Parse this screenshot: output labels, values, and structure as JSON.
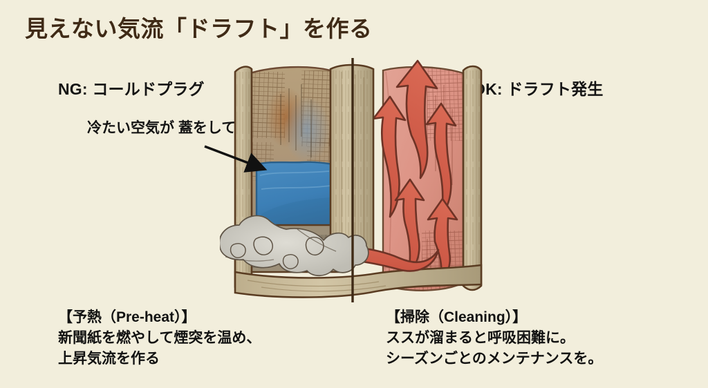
{
  "slide": {
    "background_color": "#f2eedc",
    "title": "見えない気流「ドラフト」を作る",
    "title_color": "#3f2a16"
  },
  "labels": {
    "ng": "NG: コールドプラグ",
    "ok": "OK: ドラフト発生",
    "callout_line1": "冷たい空気が",
    "callout_line2": "蓋をしている"
  },
  "captions": {
    "left": {
      "heading": "【予熱（Pre-heat）】",
      "line1": "新聞紙を燃やして煙突を温め、",
      "line2": "上昇気流を作る"
    },
    "right": {
      "heading": "【掃除（Cleaning）】",
      "line1": "ススが溜まると呼吸困難に。",
      "line2": "シーズンごとのメンテナンスを。"
    }
  },
  "illustration": {
    "description": "煙突断面図",
    "divider": "vertical-split-line",
    "left_side": {
      "interior_color": "#b79b76",
      "cold_plug_color": "#3c7fb6",
      "cold_plug_name": "cold-plug-block",
      "smoke_color": "#c9c8c0",
      "smoke_name": "backdraft-smoke"
    },
    "right_side": {
      "interior_color": "#dd9486",
      "arrow_color": "#ce5b47",
      "arrow_outline": "#6e3326",
      "updraft_arrow_count": 5,
      "intake_arrow_name": "air-intake-arrow"
    },
    "frame_color": "#c9b894",
    "frame_outline": "#5a3c22",
    "pointer_arrow_color": "#111111"
  }
}
